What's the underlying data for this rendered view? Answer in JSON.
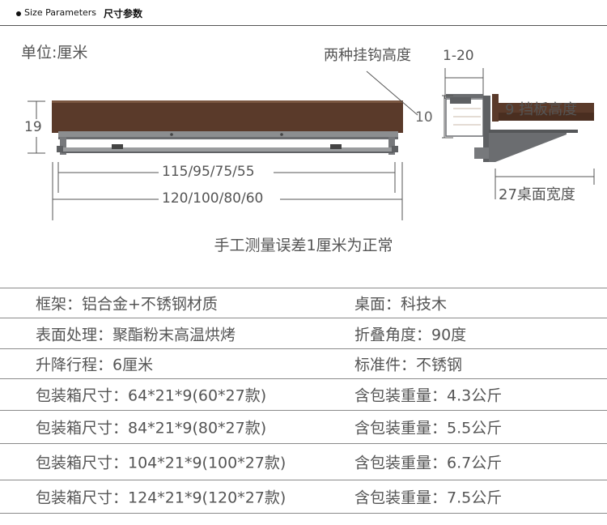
{
  "header": {
    "title_en": "Size Parameters",
    "title_zh": "尺寸参数"
  },
  "diagram": {
    "unit_label": "单位:厘米",
    "height_label": "19",
    "width_inner": "115/95/75/55",
    "width_outer": "120/100/80/60",
    "hook_label": "两种挂钩高度",
    "hook_range": "1-20",
    "side_height": "10",
    "baffle_label": "9 挡板高度",
    "depth_label": "27桌面宽度",
    "note": "手工测量误差1厘米为正常"
  },
  "colors": {
    "wood": "#5a3a2a",
    "frame": "#8c8e90",
    "frame_dark": "#5e6063",
    "dim_line": "#333333"
  },
  "specs": [
    {
      "left": "框架：铝合金+不锈钢材质",
      "right": "桌面：科技木"
    },
    {
      "left": "表面处理：聚酯粉末高温烘烤",
      "right": "折叠角度：90度"
    },
    {
      "left": "升降行程：6厘米",
      "right": "标准件：不锈钢"
    },
    {
      "left": "包装箱尺寸：64*21*9(60*27款)",
      "right": "含包装重量：4.3公斤"
    },
    {
      "left": "包装箱尺寸：84*21*9(80*27款)",
      "right": "含包装重量：5.5公斤"
    },
    {
      "left": "包装箱尺寸：104*21*9(100*27款)",
      "right": "含包装重量：6.7公斤"
    },
    {
      "left": "包装箱尺寸：124*21*9(120*27款)",
      "right": "含包装重量：7.5公斤"
    }
  ]
}
